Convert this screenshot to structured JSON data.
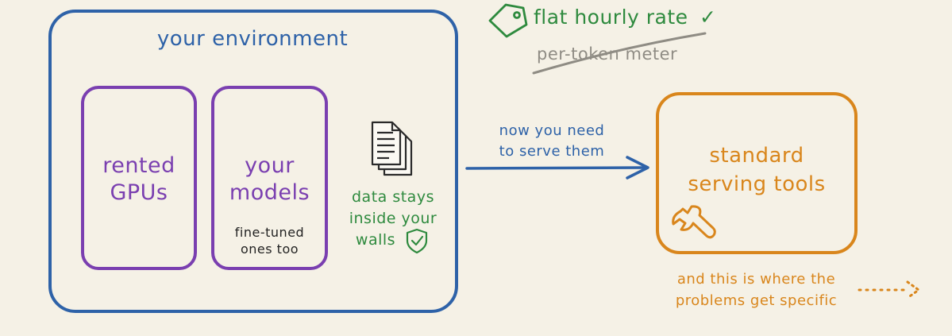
{
  "environment": {
    "title": "your environment"
  },
  "rented_gpus": {
    "line1": "rented",
    "line2": "GPUs"
  },
  "models": {
    "line1": "your",
    "line2": "models",
    "note_line1": "fine-tuned",
    "note_line2": "ones too"
  },
  "data_note": {
    "line1": "data stays",
    "line2": "inside your",
    "line3": "walls"
  },
  "arrow_label": {
    "line1": "now you need",
    "line2": "to serve them"
  },
  "serving": {
    "line1": "standard",
    "line2": "serving tools"
  },
  "pricing": {
    "flat_rate": "flat hourly rate",
    "checkmark": "✓",
    "struck": "per-token meter"
  },
  "footer_note": {
    "line1": "and this is where the",
    "line2": "problems get specific"
  },
  "icons": {
    "tag": "price-tag-icon",
    "documents": "documents-icon",
    "shield": "shield-check-icon",
    "wrench": "wrench-icon"
  },
  "colors": {
    "background": "#f5f1e6",
    "blue": "#2e62a8",
    "purple": "#7a3fb0",
    "green": "#2e8a3e",
    "orange": "#d9861c",
    "gray": "#8f8c84"
  }
}
